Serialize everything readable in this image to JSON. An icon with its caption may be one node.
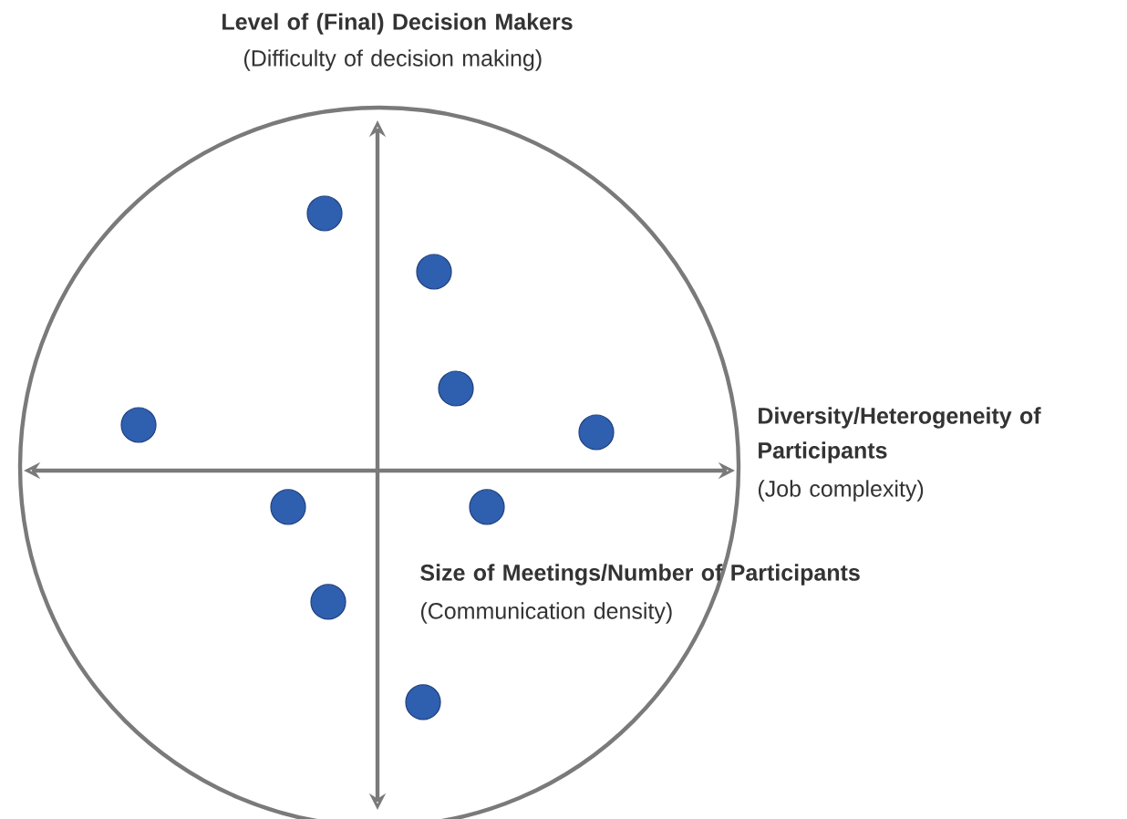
{
  "diagram": {
    "labels": [
      "Level of (Final) Decision Makers",
      "(Difficulty of decision making)",
      "Diversity/Heterogeneity of Participants",
      "(Job complexity)",
      "Size of Meetings/Number of Participants",
      "(Communication density)"
    ]
  }
}
